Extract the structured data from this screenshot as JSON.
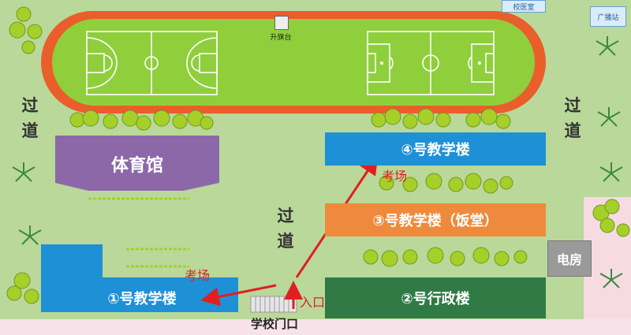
{
  "title": "",
  "buildings": {
    "gym": "体育馆",
    "building1": "①号教学楼",
    "building2": "②号行政楼",
    "building3": "③号教学楼（饭堂）",
    "building4": "④号教学楼",
    "power_room": "电房",
    "clinic": "校医室",
    "broadcast": "广播站",
    "flag_platform": "升旗台"
  },
  "passages": {
    "left": "过道",
    "right": "过道",
    "center": "过道"
  },
  "annotations": {
    "exam_room_1": "考场",
    "exam_room_4": "考场",
    "entrance": "入口",
    "school_gate": "学校门口"
  },
  "colors": {
    "grass": "#b9d89a",
    "track": "#e95e2b",
    "field": "#8fcf3c",
    "building_blue": "#1e90d6",
    "building_orange": "#ef8a3c",
    "building_green": "#2f7a45",
    "gym_purple": "#8c68a8",
    "arrow_red": "#e02020",
    "power_room_gray": "#9a9a9a",
    "pink_ground": "#f6dbe3"
  }
}
